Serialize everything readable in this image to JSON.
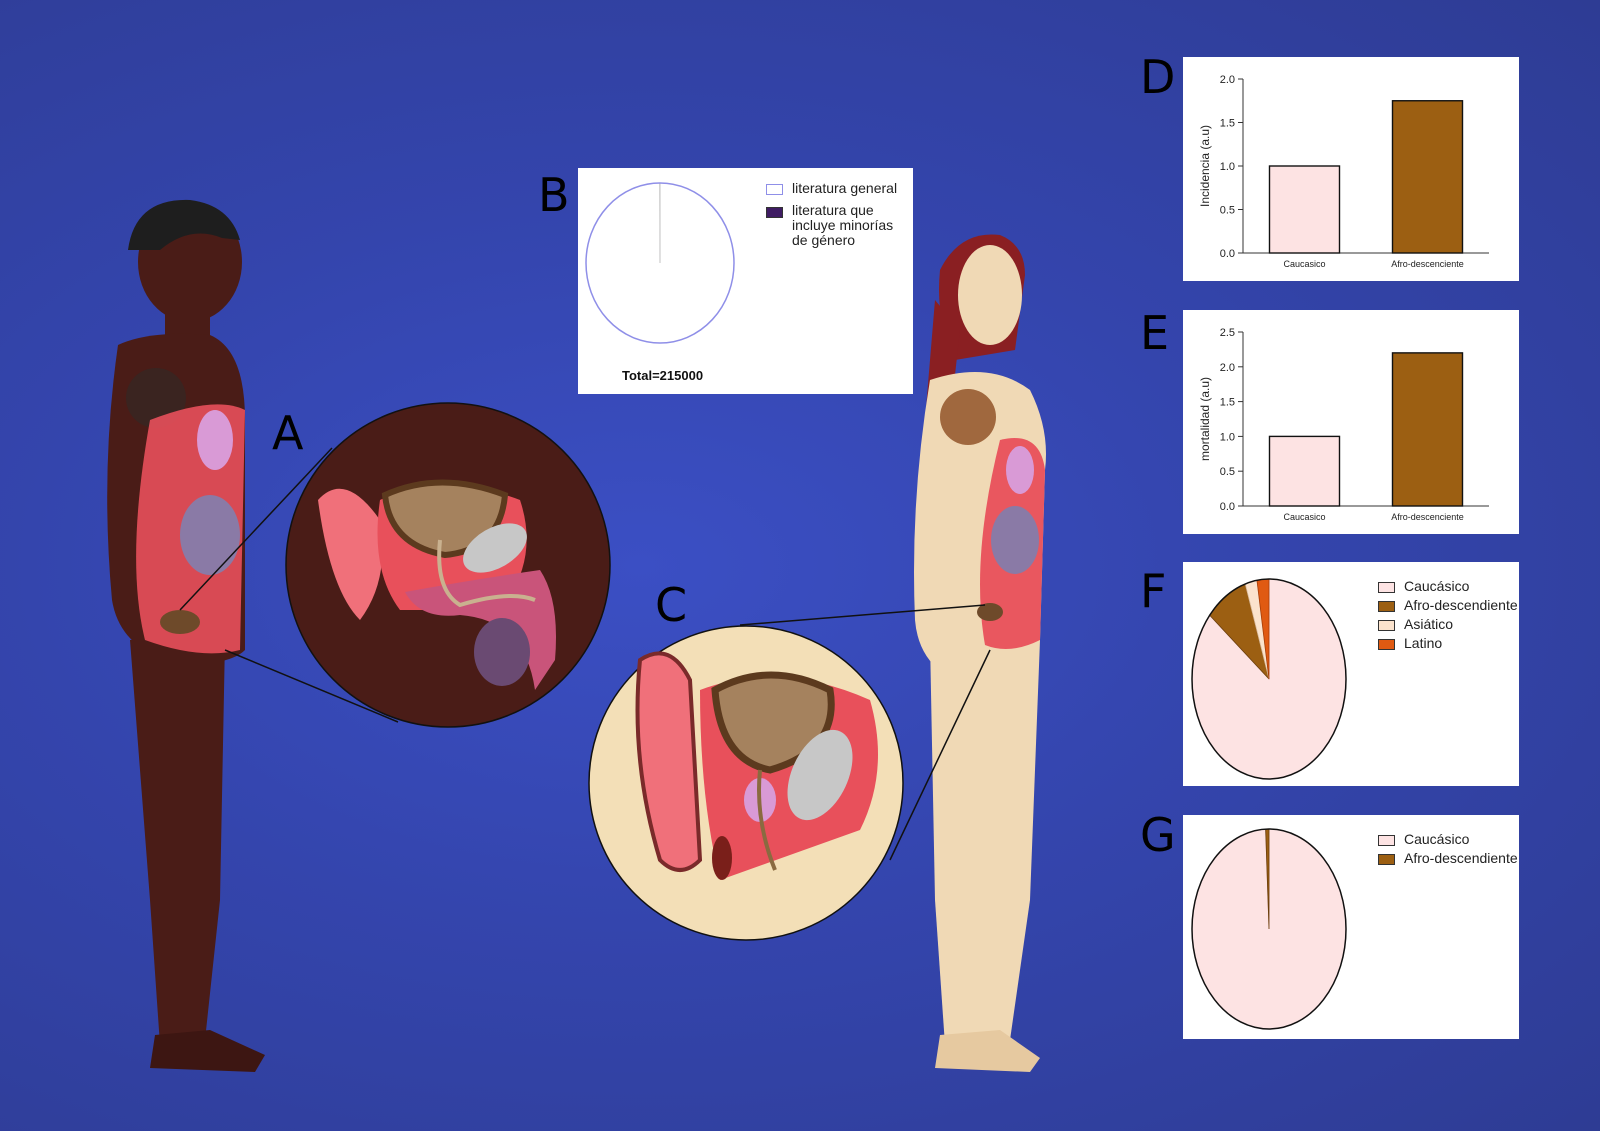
{
  "panels": {
    "A": "A",
    "B": "B",
    "C": "C",
    "D": "D",
    "E": "E",
    "F": "F",
    "G": "G"
  },
  "colors": {
    "background": "#3445ad",
    "male_skin": "#4a1c17",
    "female_skin": "#f0d9b5",
    "organ_red": "#e8505b",
    "caucasico": "#fde3e3",
    "afro": "#9c5f12",
    "asiatico": "#fbe3cd",
    "latino": "#e05a12",
    "literatura_general": "#8f8fe8",
    "literatura_minorias": "#3f1c63"
  },
  "chart_data": [
    {
      "panel": "B",
      "type": "pie",
      "labels": [
        "literatura general",
        "literatura que incluye minorías de género"
      ],
      "values": [
        214900,
        100
      ],
      "annotation": "Total=215000"
    },
    {
      "panel": "D",
      "type": "bar",
      "categories": [
        "Caucasico",
        "Afro-descenciente"
      ],
      "values": [
        1.0,
        1.75
      ],
      "ylabel": "Incidencia (a.u)",
      "ylim": [
        0,
        2.0
      ],
      "yticks": [
        "0.0",
        "0.5",
        "1.0",
        "1.5",
        "2.0"
      ]
    },
    {
      "panel": "E",
      "type": "bar",
      "categories": [
        "Caucasico",
        "Afro-descenciente"
      ],
      "values": [
        1.0,
        2.2
      ],
      "ylabel": "mortalidad (a.u)",
      "ylim": [
        0,
        2.5
      ],
      "yticks": [
        "0.0",
        "0.5",
        "1.0",
        "1.5",
        "2.0",
        "2.5"
      ]
    },
    {
      "panel": "F",
      "type": "pie",
      "labels": [
        "Caucásico",
        "Afro-descendiente",
        "Asiático",
        "Latino"
      ],
      "values": [
        86,
        9,
        2.5,
        2.5
      ]
    },
    {
      "panel": "G",
      "type": "pie",
      "labels": [
        "Caucásico",
        "Afro-descendiente"
      ],
      "values": [
        99.3,
        0.7
      ]
    }
  ]
}
